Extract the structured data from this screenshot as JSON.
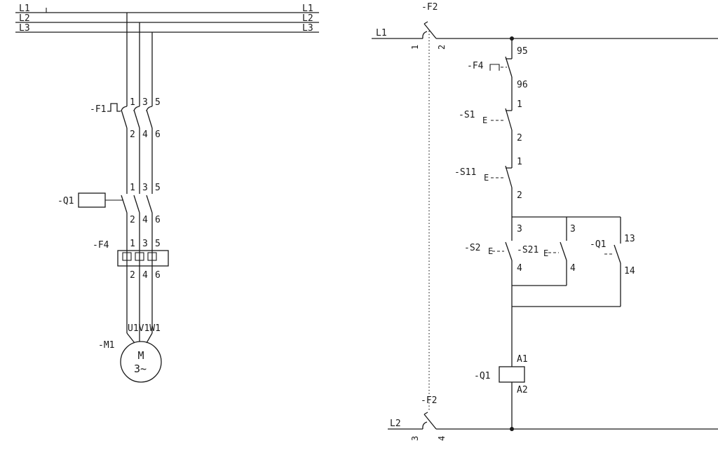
{
  "power_circuit": {
    "rails": [
      {
        "label_left": "L1",
        "label_right": "L1"
      },
      {
        "label_left": "L2",
        "label_right": "L2"
      },
      {
        "label_left": "L3",
        "label_right": "L3"
      }
    ],
    "breaker_f1": {
      "ref": "-F1",
      "terminals_top": [
        "1",
        "3",
        "5"
      ],
      "terminals_bottom": [
        "2",
        "4",
        "6"
      ]
    },
    "contactor_q1": {
      "ref": "-Q1",
      "terminals_top": [
        "1",
        "3",
        "5"
      ],
      "terminals_bottom": [
        "2",
        "4",
        "6"
      ]
    },
    "overload_f4": {
      "ref": "-F4",
      "terminals_top": [
        "1",
        "3",
        "5"
      ],
      "terminals_bottom": [
        "2",
        "4",
        "6"
      ]
    },
    "motor_m1": {
      "ref": "-M1",
      "terminals": "U1V1W1",
      "letter": "M",
      "phase": "3~"
    }
  },
  "control_circuit": {
    "rail_top_label": "L1",
    "rail_bottom_label": "L2",
    "breaker_f2_top": {
      "ref": "-F2",
      "terminal_left": "1",
      "terminal_right": "2"
    },
    "breaker_f2_bottom": {
      "ref": "-F2",
      "terminal_left": "3",
      "terminal_right": "4"
    },
    "overload_contact_f4": {
      "ref": "-F4",
      "terminal_top": "95",
      "terminal_bottom": "96"
    },
    "stop_button_s1": {
      "ref": "-S1",
      "actuator": "E",
      "terminal_top": "1",
      "terminal_bottom": "2"
    },
    "stop_button_s11": {
      "ref": "-S11",
      "actuator": "E",
      "terminal_top": "1",
      "terminal_bottom": "2"
    },
    "start_button_s2": {
      "ref": "-S2",
      "actuator": "E",
      "terminal_top": "3",
      "terminal_bottom": "4"
    },
    "start_button_s21": {
      "ref": "-S21",
      "actuator": "E",
      "terminal_top": "3",
      "terminal_bottom": "4"
    },
    "aux_contact_q1": {
      "ref": "-Q1",
      "terminal_top": "13",
      "terminal_bottom": "14"
    },
    "coil_q1": {
      "ref": "-Q1",
      "terminal_top": "A1",
      "terminal_bottom": "A2"
    }
  }
}
